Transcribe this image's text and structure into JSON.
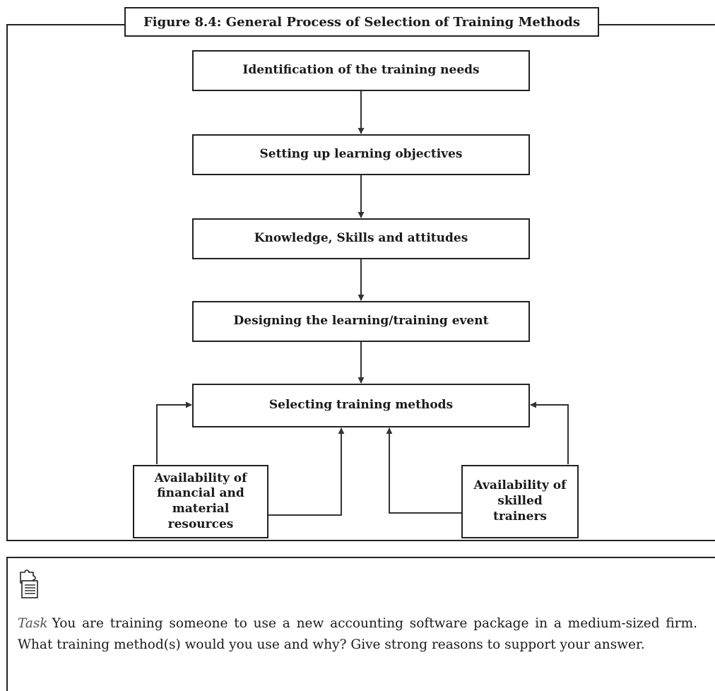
{
  "figure": {
    "caption": "Figure 8.4: General Process of Selection of Training Methods",
    "steps": [
      "Identification of the training needs",
      "Setting up learning objectives",
      "Knowledge, Skills and attitudes",
      "Designing the learning/training event",
      "Selecting training methods"
    ],
    "inputs": {
      "left": "Availability of financial and material resources",
      "right": "Availability of skilled trainers"
    }
  },
  "task": {
    "icon": "puzzle-document-icon",
    "label": "Task",
    "text": "You are training someone to use a new accounting software package in a medium-sized firm. What training method(s) would you use and why? Give strong reasons to support your answer."
  }
}
